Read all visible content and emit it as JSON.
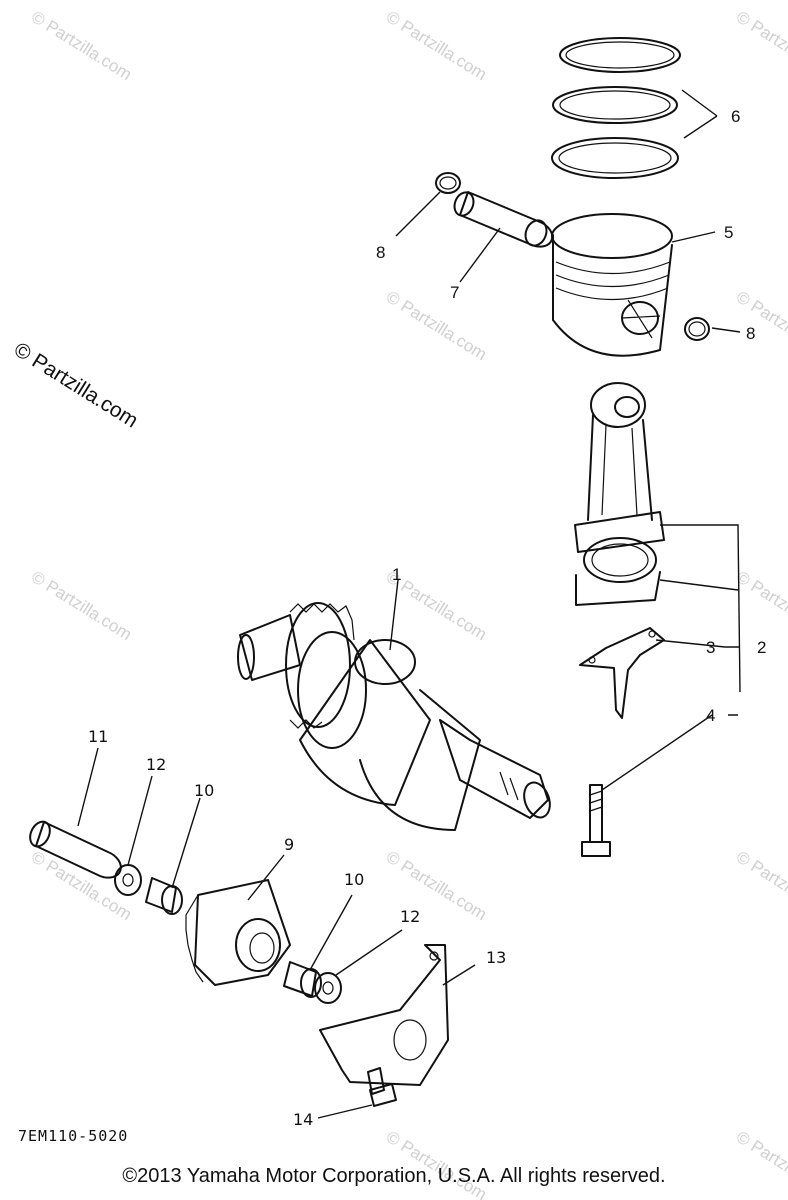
{
  "watermark_text": "© Partzilla.com",
  "side_watermark": "© Partzilla.com",
  "diagram_code": "7EM110-5020",
  "copyright": "©2013  Yamaha Motor Corporation, U.S.A. All rights reserved.",
  "callouts": {
    "c1": "1",
    "c2": "2",
    "c3": "3",
    "c4": "4",
    "c5": "5",
    "c6": "6",
    "c7": "7",
    "c8a": "8",
    "c8b": "8",
    "c9": "9",
    "c10a": "10",
    "c10b": "10",
    "c11": "11",
    "c12a": "12",
    "c12b": "12",
    "c13": "13",
    "c14": "14"
  }
}
